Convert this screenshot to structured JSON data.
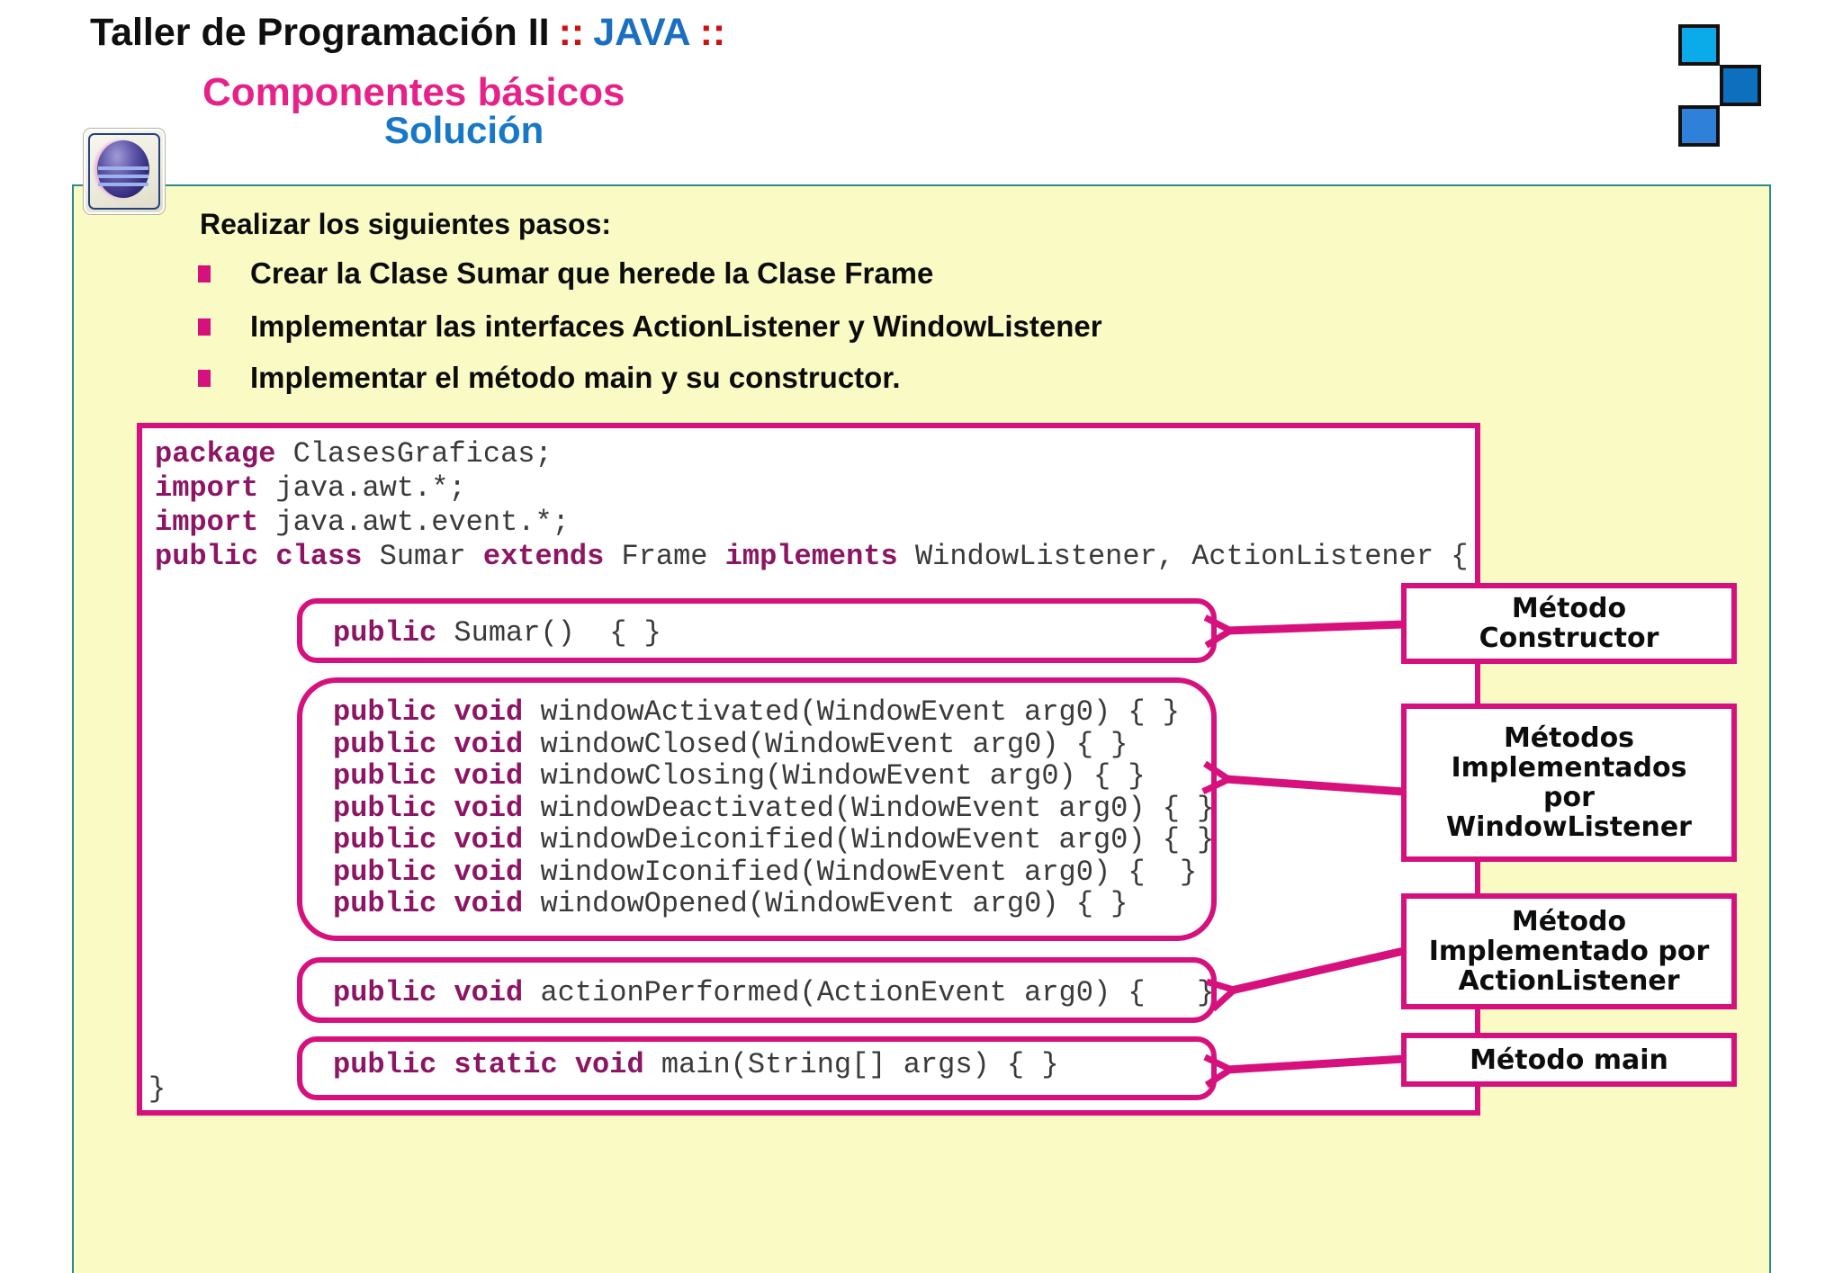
{
  "header": {
    "title": "Taller de Programación II",
    "sep1": "::",
    "java": "JAVA",
    "sep2": "::",
    "subtitle": "Componentes básicos",
    "solution": "Solución"
  },
  "intro": {
    "text": "Realizar los siguientes pasos:"
  },
  "bullets": [
    "Crear la Clase Sumar que herede la Clase Frame",
    "Implementar las interfaces ActionListener y WindowListener",
    "Implementar el método main y su constructor."
  ],
  "code": {
    "top": [
      [
        [
          "kw",
          "package"
        ],
        [
          "pl",
          " ClasesGraficas;"
        ]
      ],
      [
        [
          "kw",
          "import"
        ],
        [
          "pl",
          " java.awt.*;"
        ]
      ],
      [
        [
          "kw",
          "import"
        ],
        [
          "pl",
          " java.awt.event.*;"
        ]
      ],
      [
        [
          "kw",
          "public class"
        ],
        [
          "pl",
          " Sumar "
        ],
        [
          "kw",
          "extends"
        ],
        [
          "pl",
          " Frame "
        ],
        [
          "kw",
          "implements"
        ],
        [
          "pl",
          " WindowListener, ActionListener {"
        ]
      ]
    ],
    "ctor": [
      [
        "kw",
        "public"
      ],
      [
        "pl",
        " Sumar()  { }"
      ]
    ],
    "wl": [
      [
        [
          "kw",
          "public void"
        ],
        [
          "pl",
          " windowActivated(WindowEvent arg0) { }"
        ]
      ],
      [
        [
          "kw",
          "public void"
        ],
        [
          "pl",
          " windowClosed(WindowEvent arg0) { }"
        ]
      ],
      [
        [
          "kw",
          "public void"
        ],
        [
          "pl",
          " windowClosing(WindowEvent arg0) { }"
        ]
      ],
      [
        [
          "kw",
          "public void"
        ],
        [
          "pl",
          " windowDeactivated(WindowEvent arg0) { }"
        ]
      ],
      [
        [
          "kw",
          "public void"
        ],
        [
          "pl",
          " windowDeiconified(WindowEvent arg0) { }"
        ]
      ],
      [
        [
          "kw",
          "public void"
        ],
        [
          "pl",
          " windowIconified(WindowEvent arg0) {  }"
        ]
      ],
      [
        [
          "kw",
          "public void"
        ],
        [
          "pl",
          " windowOpened(WindowEvent arg0) { }"
        ]
      ]
    ],
    "action": [
      [
        "kw",
        "public void"
      ],
      [
        "pl",
        " actionPerformed(ActionEvent arg0) {   }"
      ]
    ],
    "main": [
      [
        "kw",
        "public static void"
      ],
      [
        "pl",
        " main(String[] args) { }"
      ]
    ],
    "close_brace": "}"
  },
  "labels": [
    {
      "text": "Método\nConstructor"
    },
    {
      "text": "Métodos\nImplementados\npor\nWindowListener"
    },
    {
      "text": "Método\nImplementado por\nActionListener"
    },
    {
      "text": "Método main"
    }
  ],
  "colors": {
    "accent_pink": "#d6117e",
    "subtitle_pink": "#e7218a",
    "keyword_magenta": "#8c1564",
    "code_text": "#3a3a3a",
    "java_blue": "#1b6fc1",
    "solution_blue": "#1778c8",
    "separator_red": "#cc1111",
    "panel_yellow": "#fafac5",
    "panel_border_teal": "#2e8b8b",
    "logo_blues": [
      "#0baae8",
      "#0e6fbe",
      "#2f80d8"
    ]
  }
}
